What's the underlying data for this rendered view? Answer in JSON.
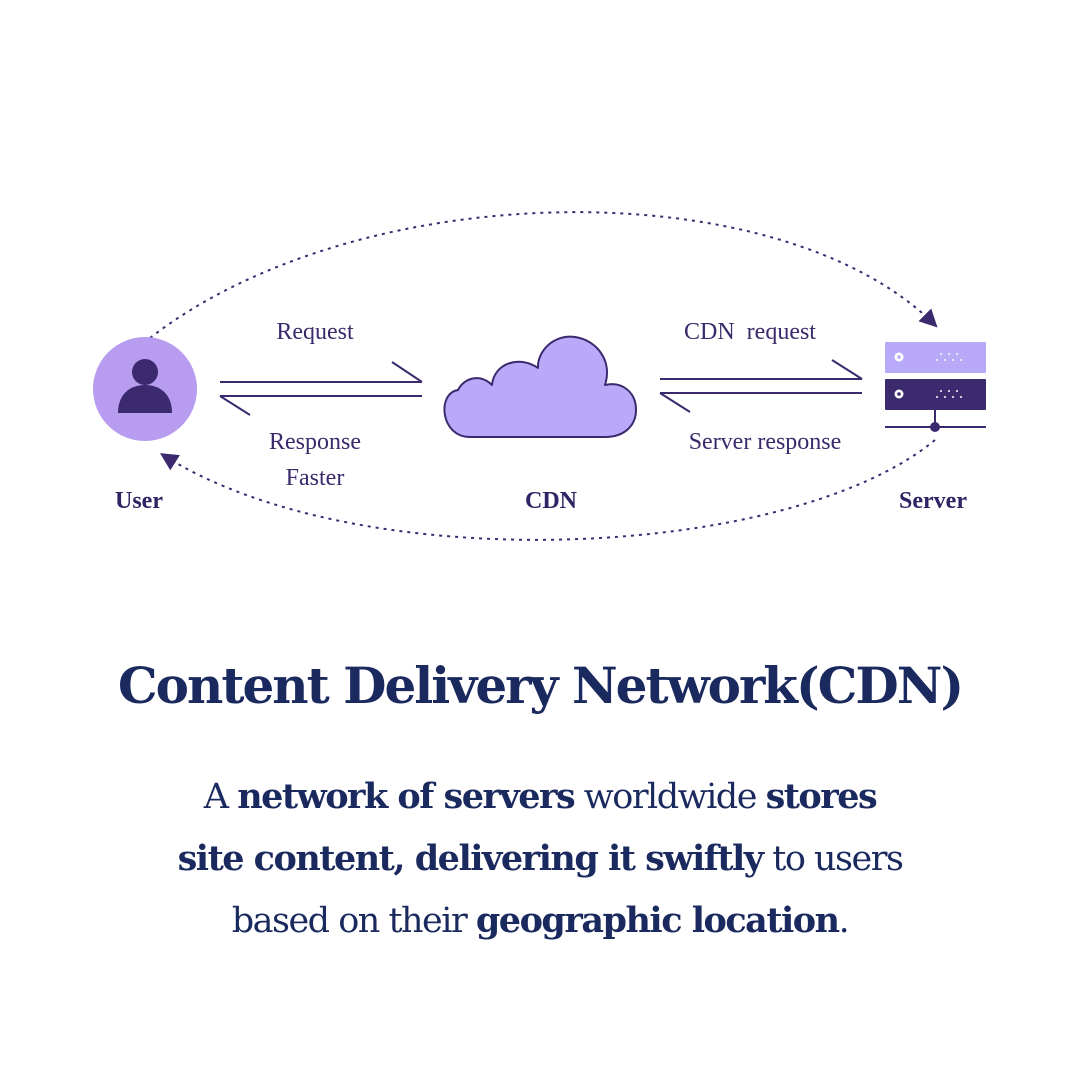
{
  "diagram": {
    "nodes": {
      "user": "User",
      "cdn": "CDN",
      "server": "Server"
    },
    "arrows": {
      "request": "Request",
      "response_line1": "Response",
      "response_line2": "Faster",
      "cdn_request": "CDN  request",
      "server_response": "Server response"
    },
    "icons": {
      "user": "user-icon",
      "cdn": "cloud-icon",
      "server": "server-icon"
    },
    "colors": {
      "primary": "#3b2a6e",
      "accent": "#b8a9f9",
      "user_circle": "#b79cf0"
    }
  },
  "title": "Content Delivery Network(CDN)",
  "description": {
    "segments": [
      {
        "text": "A ",
        "bold": false
      },
      {
        "text": "network of servers",
        "bold": true
      },
      {
        "text": " worldwide ",
        "bold": false
      },
      {
        "text": "stores",
        "bold": true
      },
      {
        "text": "site content, delivering it swiftly",
        "bold": true,
        "line_break_before": true
      },
      {
        "text": " to users",
        "bold": false
      },
      {
        "text": "based on their ",
        "bold": false,
        "line_break_before": true
      },
      {
        "text": "geographic location",
        "bold": true
      },
      {
        "text": ".",
        "bold": false
      }
    ]
  }
}
